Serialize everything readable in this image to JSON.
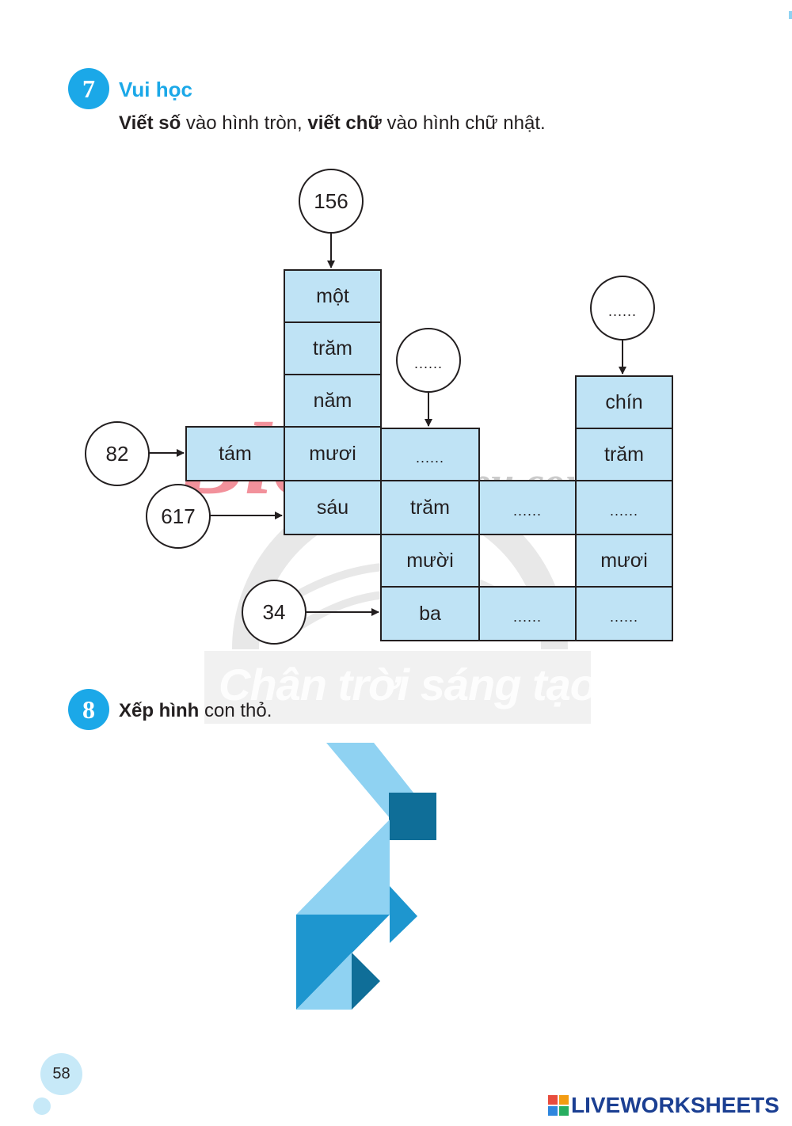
{
  "exercise7": {
    "number": "7",
    "title": "Vui học",
    "instruction": {
      "bold1": "Viết số",
      "text1": " vào hình tròn, ",
      "bold2": "viết chữ",
      "text2": " vào hình chữ nhật."
    }
  },
  "diagram": {
    "circles": {
      "c156": "156",
      "c_mid": "......",
      "c_right": "......",
      "c82": "82",
      "c617": "617",
      "c34": "34"
    },
    "cells": {
      "mot": "một",
      "tram1": "trăm",
      "nam": "năm",
      "tam": "tám",
      "muoi1": "mươi",
      "sau": "sáu",
      "dots_a": "......",
      "tram2": "trăm",
      "dots_b": "......",
      "muoi2": "mười",
      "ba": "ba",
      "dots_c": "......",
      "chin": "chín",
      "tram3": "trăm",
      "dots_d": "......",
      "muoi3": "mươi",
      "dots_e": "......"
    }
  },
  "watermark": {
    "blog": "Blog",
    "tailieu": "Tailieu.com",
    "publisher": "Chân trời sáng tạo"
  },
  "exercise8": {
    "number": "8",
    "bold": "Xếp hình",
    "text": " con thỏ."
  },
  "page_number": "58",
  "footer_logo": "LIVEWORKSHEETS",
  "colors": {
    "accent": "#1ba8e8",
    "cell_fill": "#bfe3f5",
    "tangram_light": "#8fd2f2",
    "tangram_mid": "#1e96cf",
    "tangram_dark": "#0f6e98"
  }
}
